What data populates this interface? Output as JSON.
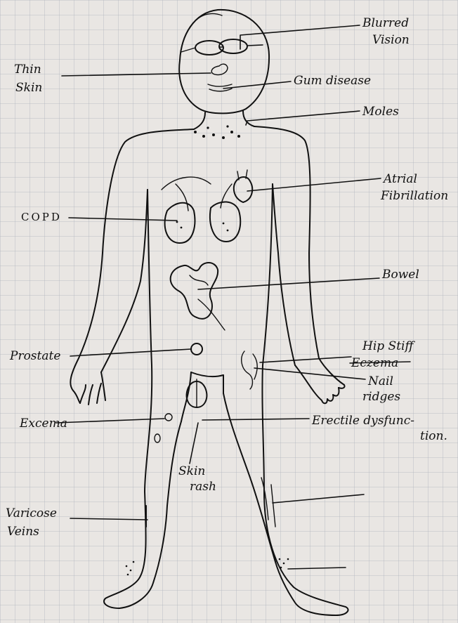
{
  "labels": {
    "blurred_vision": [
      "Blurred",
      "Vision"
    ],
    "thin_skin": [
      "Thin",
      "Skin"
    ],
    "gum_disease": "Gum disease",
    "moles": "Moles",
    "atrial_fibrillation": [
      "Atrial",
      "Fibrillation"
    ],
    "copd": "COPD",
    "bowel": "Bowel",
    "hip_stiff": "Hip Stiff",
    "prostate": "Prostate",
    "eczema_crossed": "Eczema",
    "nail_ridges": [
      "Nail",
      "ridges"
    ],
    "excema": "Excema",
    "erectile_dysfunction": [
      "Erectile dysfunc-",
      "tion."
    ],
    "skin_rash": [
      "Skin",
      "rash"
    ],
    "varicose_veins": [
      "Varicose",
      "Veins"
    ]
  },
  "colors": {
    "paper": "#e9e6e3",
    "grid": "#aeb4bd",
    "ink": "#111111"
  }
}
